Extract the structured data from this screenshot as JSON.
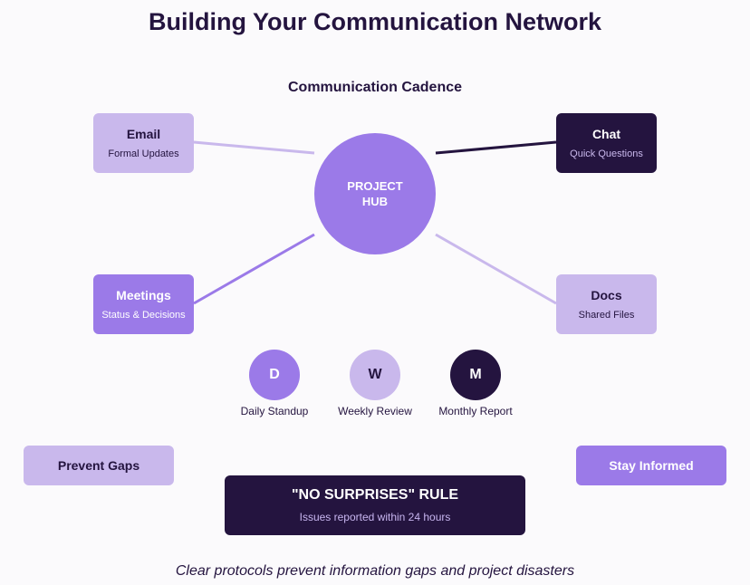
{
  "title": "Building Your Communication Network",
  "subtitle": "Communication Cadence",
  "hub": {
    "label": "PROJECT HUB"
  },
  "nodes": {
    "email": {
      "title": "Email",
      "sub": "Formal Updates",
      "bg": "#c9b8ec",
      "fg": "#24143f",
      "line": "#c9b8ec"
    },
    "chat": {
      "title": "Chat",
      "sub": "Quick Questions",
      "bg": "#24143f",
      "fg": "#ffffff",
      "sub_color": "#c9b8ec",
      "line": "#24143f"
    },
    "meetings": {
      "title": "Meetings",
      "sub": "Status & Decisions",
      "bg": "#9b7ae8",
      "fg": "#ffffff",
      "line": "#9b7ae8"
    },
    "docs": {
      "title": "Docs",
      "sub": "Shared Files",
      "bg": "#c9b8ec",
      "fg": "#24143f",
      "line": "#c9b8ec"
    }
  },
  "cadence": [
    {
      "letter": "D",
      "label": "Daily Standup",
      "bg": "#9b7ae8",
      "fg": "#ffffff"
    },
    {
      "letter": "W",
      "label": "Weekly Review",
      "bg": "#c9b8ec",
      "fg": "#24143f"
    },
    {
      "letter": "M",
      "label": "Monthly Report",
      "bg": "#24143f",
      "fg": "#ffffff"
    }
  ],
  "left_pill": "Prevent Gaps",
  "right_pill": "Stay Informed",
  "rule": {
    "title": "\"NO SURPRISES\" RULE",
    "sub": "Issues reported within 24 hours"
  },
  "footer": "Clear protocols prevent information gaps and project disasters"
}
